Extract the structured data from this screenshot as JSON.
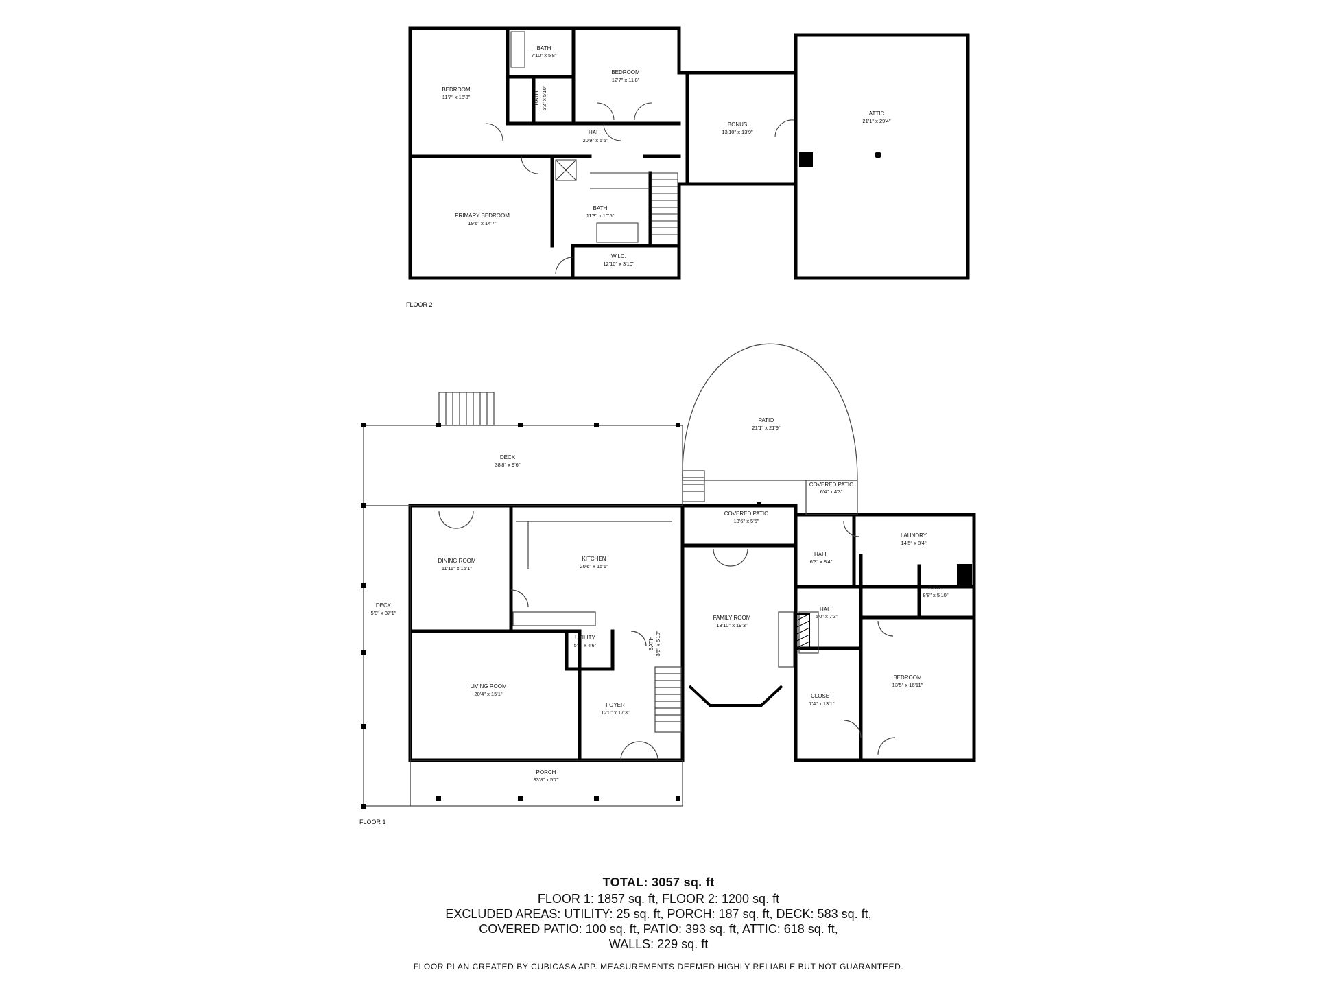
{
  "floors": [
    {
      "label": "FLOOR 2",
      "rooms": [
        {
          "name": "BEDROOM",
          "dims": "11'7\" x 15'8\""
        },
        {
          "name": "BATH",
          "dims": "7'10\" x 5'8\""
        },
        {
          "name": "BATH",
          "dims": "5'2\" x 5'10\""
        },
        {
          "name": "BEDROOM",
          "dims": "12'7\" x 11'8\""
        },
        {
          "name": "HALL",
          "dims": "20'9\" x 5'5\""
        },
        {
          "name": "BONUS",
          "dims": "13'10\" x 13'9\""
        },
        {
          "name": "ATTIC",
          "dims": "21'1\" x 29'4\""
        },
        {
          "name": "PRIMARY BEDROOM",
          "dims": "19'6\" x 14'7\""
        },
        {
          "name": "BATH",
          "dims": "11'3\" x 10'5\""
        },
        {
          "name": "W.I.C.",
          "dims": "12'10\" x 3'10\""
        }
      ]
    },
    {
      "label": "FLOOR 1",
      "rooms": [
        {
          "name": "DECK",
          "dims": "38'8\" x 9'6\""
        },
        {
          "name": "PATIO",
          "dims": "21'1\" x 21'9\""
        },
        {
          "name": "COVERED PATIO",
          "dims": "6'4\" x 4'3\""
        },
        {
          "name": "COVERED PATIO",
          "dims": "13'6\" x 5'5\""
        },
        {
          "name": "LAUNDRY",
          "dims": "14'5\" x 8'4\""
        },
        {
          "name": "HALL",
          "dims": "6'3\" x 8'4\""
        },
        {
          "name": "BATH",
          "dims": "8'8\" x 5'10\""
        },
        {
          "name": "DINING ROOM",
          "dims": "11'11\" x 15'1\""
        },
        {
          "name": "KITCHEN",
          "dims": "20'6\" x 15'1\""
        },
        {
          "name": "DECK",
          "dims": "5'8\" x 37'1\""
        },
        {
          "name": "HALL",
          "dims": "5'0\" x 7'3\""
        },
        {
          "name": "FAMILY ROOM",
          "dims": "13'10\" x 19'3\""
        },
        {
          "name": "UTILITY",
          "dims": "5'6\" x 4'6\""
        },
        {
          "name": "BATH",
          "dims": "3'6\" x 5'10\""
        },
        {
          "name": "BEDROOM",
          "dims": "13'5\" x 16'11\""
        },
        {
          "name": "LIVING ROOM",
          "dims": "20'4\" x 15'1\""
        },
        {
          "name": "CLOSET",
          "dims": "7'4\" x 13'1\""
        },
        {
          "name": "FOYER",
          "dims": "12'0\" x 17'3\""
        },
        {
          "name": "PORCH",
          "dims": "33'8\" x 5'7\""
        }
      ]
    }
  ],
  "summary": {
    "total": "TOTAL: 3057 sq. ft",
    "lines": [
      "FLOOR 1: 1857 sq. ft, FLOOR 2: 1200 sq. ft",
      "EXCLUDED AREAS: UTILITY: 25 sq. ft, PORCH: 187 sq. ft, DECK: 583 sq. ft,",
      "COVERED PATIO: 100 sq. ft, PATIO: 393 sq. ft, ATTIC: 618 sq. ft,",
      "WALLS: 229 sq. ft"
    ],
    "disclaimer": "FLOOR PLAN CREATED BY CUBICASA APP. MEASUREMENTS DEEMED HIGHLY RELIABLE BUT NOT GUARANTEED."
  }
}
